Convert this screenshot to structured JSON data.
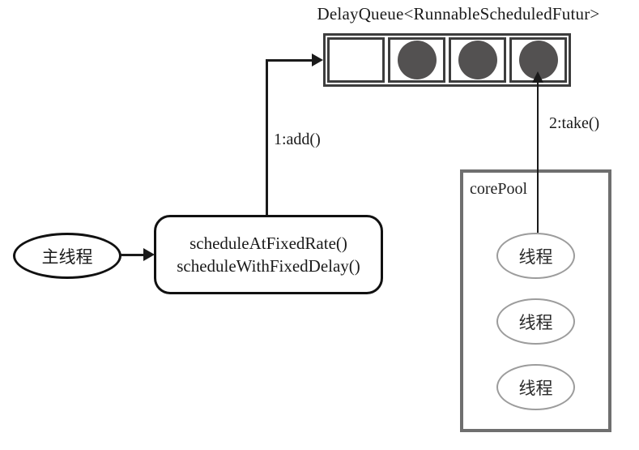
{
  "title": "DelayQueue<RunnableScheduledFutur>",
  "queue": {
    "cells": [
      {
        "filled": false
      },
      {
        "filled": true
      },
      {
        "filled": true
      },
      {
        "filled": true
      }
    ]
  },
  "edges": {
    "add_label": "1:add()",
    "take_label": "2:take()"
  },
  "main_thread": {
    "label": "主线程"
  },
  "scheduler_box": {
    "line1": "scheduleAtFixedRate()",
    "line2": "scheduleWithFixedDelay()"
  },
  "core_pool": {
    "label": "corePool",
    "threads": [
      "线程",
      "线程",
      "线程"
    ]
  },
  "colors": {
    "line": "#1a1a1a",
    "text": "#1a1a1a",
    "queue_border": "#3d3d3d",
    "circle_fill": "#535151",
    "core_pool_border": "#6f6f6f",
    "thread_border": "#9c9c9c"
  }
}
